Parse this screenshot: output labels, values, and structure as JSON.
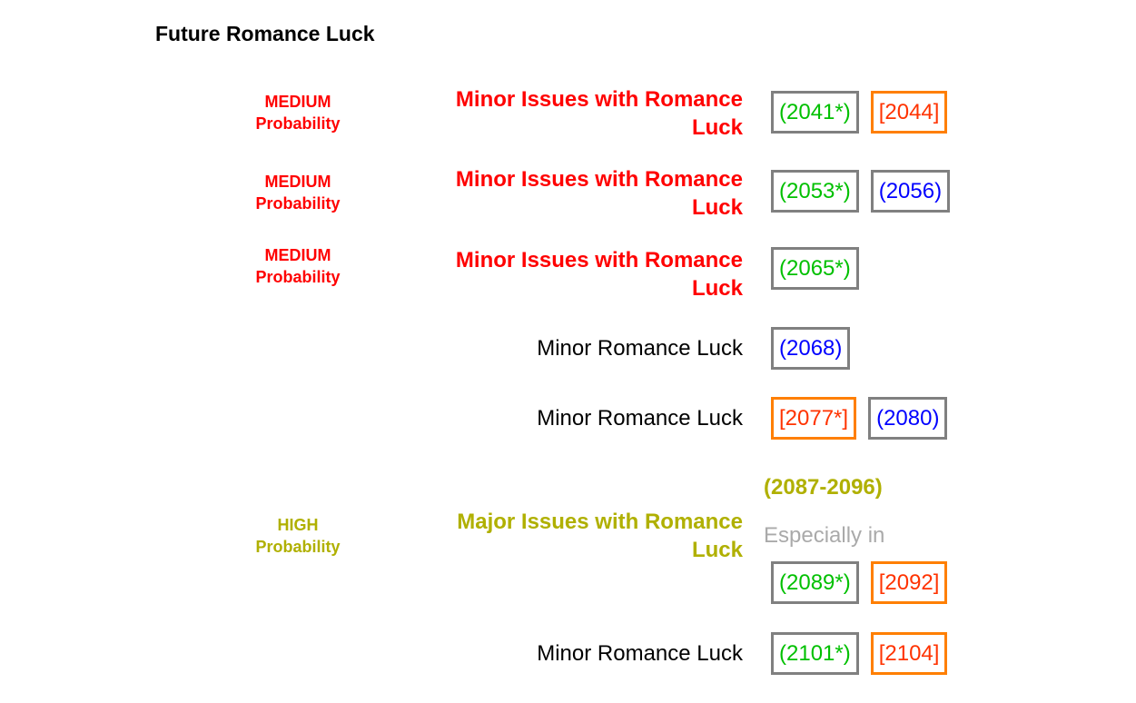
{
  "title": "Future Romance Luck",
  "colors": {
    "red": "#ff0000",
    "olive": "#b0b000",
    "green": "#00c000",
    "blue": "#0000ff",
    "orange_text": "#ff3300",
    "orange_border": "#ff7f00",
    "gray_border": "#808080",
    "light_gray": "#aaaaaa"
  },
  "rows": [
    {
      "prob_level": "MEDIUM",
      "prob_word": "Probability",
      "label_line1": "Minor Issues with Romance",
      "label_line2": "Luck",
      "boxes": [
        {
          "text": "(2041*)"
        },
        {
          "text": "[2044]"
        }
      ]
    },
    {
      "prob_level": "MEDIUM",
      "prob_word": "Probability",
      "label_line1": "Minor Issues with Romance",
      "label_line2": "Luck",
      "boxes": [
        {
          "text": "(2053*)"
        },
        {
          "text": "(2056)"
        }
      ]
    },
    {
      "prob_level": "MEDIUM",
      "prob_word": "Probability",
      "label_line1": "Minor Issues with Romance",
      "label_line2": "Luck",
      "boxes": [
        {
          "text": "(2065*)"
        }
      ]
    },
    {
      "label": "Minor Romance Luck",
      "boxes": [
        {
          "text": "(2068)"
        }
      ]
    },
    {
      "label": "Minor Romance Luck",
      "boxes": [
        {
          "text": "[2077*]"
        },
        {
          "text": "(2080)"
        }
      ]
    },
    {
      "prob_level": "HIGH",
      "prob_word": "Probability",
      "label_line1": "Major Issues with Romance",
      "label_line2": "Luck",
      "range": "(2087-2096)",
      "especially": "Especially in",
      "boxes": [
        {
          "text": "(2089*)"
        },
        {
          "text": "[2092]"
        }
      ]
    },
    {
      "label": "Minor Romance Luck",
      "boxes": [
        {
          "text": "(2101*)"
        },
        {
          "text": "[2104]"
        }
      ]
    }
  ]
}
